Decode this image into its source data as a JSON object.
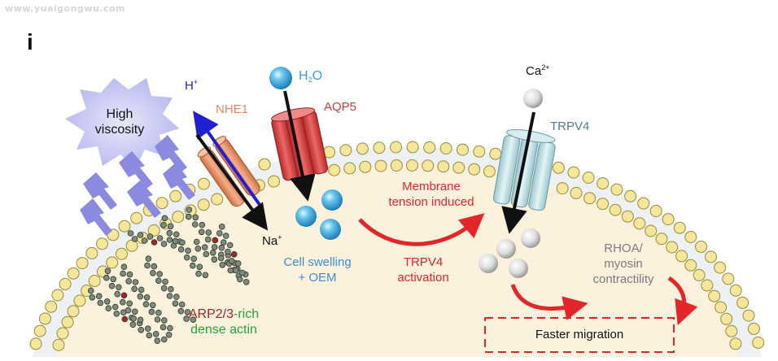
{
  "watermark": "www.yuaigongwu.com",
  "panel_label": "i",
  "stimulus": {
    "line1": "High",
    "line2": "viscosity"
  },
  "ions": {
    "h_base": "H",
    "h_sup": "+",
    "na_base": "Na",
    "na_sup": "+",
    "water_h": "H",
    "water_sub": "2",
    "water_o": "O",
    "ca_base": "Ca",
    "ca_sup": "2+"
  },
  "channels": {
    "nhe1": "NHE1",
    "aqp5": "AQP5",
    "trpv4": "TRPV4"
  },
  "labels": {
    "swelling_line1": "Cell swelling",
    "swelling_line2": "+ OEM",
    "tension_line1": "Membrane",
    "tension_line2": "tension induced",
    "activation_line1": "TRPV4",
    "activation_line2": "activation",
    "rhoa_line1": "RHOA/",
    "rhoa_line2": "myosin",
    "rhoa_line3": "contractility",
    "actin_part1": "ARP2/3",
    "actin_part2": "-rich",
    "actin_line2": "dense actin",
    "outcome": "Faster migration"
  },
  "colors": {
    "red": "#e3262a",
    "nhe1": "#e8875e",
    "aqp5": "#d9393a",
    "trpv4_label": "#4d7f93",
    "trpv4_fill": "#bfe0e6",
    "water_label": "#3a9fd6",
    "h_arrow": "#2020d0",
    "actin_green": "#23a33d",
    "actin_red": "#a3262a",
    "arrows_purple": "#8a8ae0",
    "grey_text": "#7c7c7c",
    "cyto": "#fbf1dc",
    "lipid": "#f4e69a"
  }
}
